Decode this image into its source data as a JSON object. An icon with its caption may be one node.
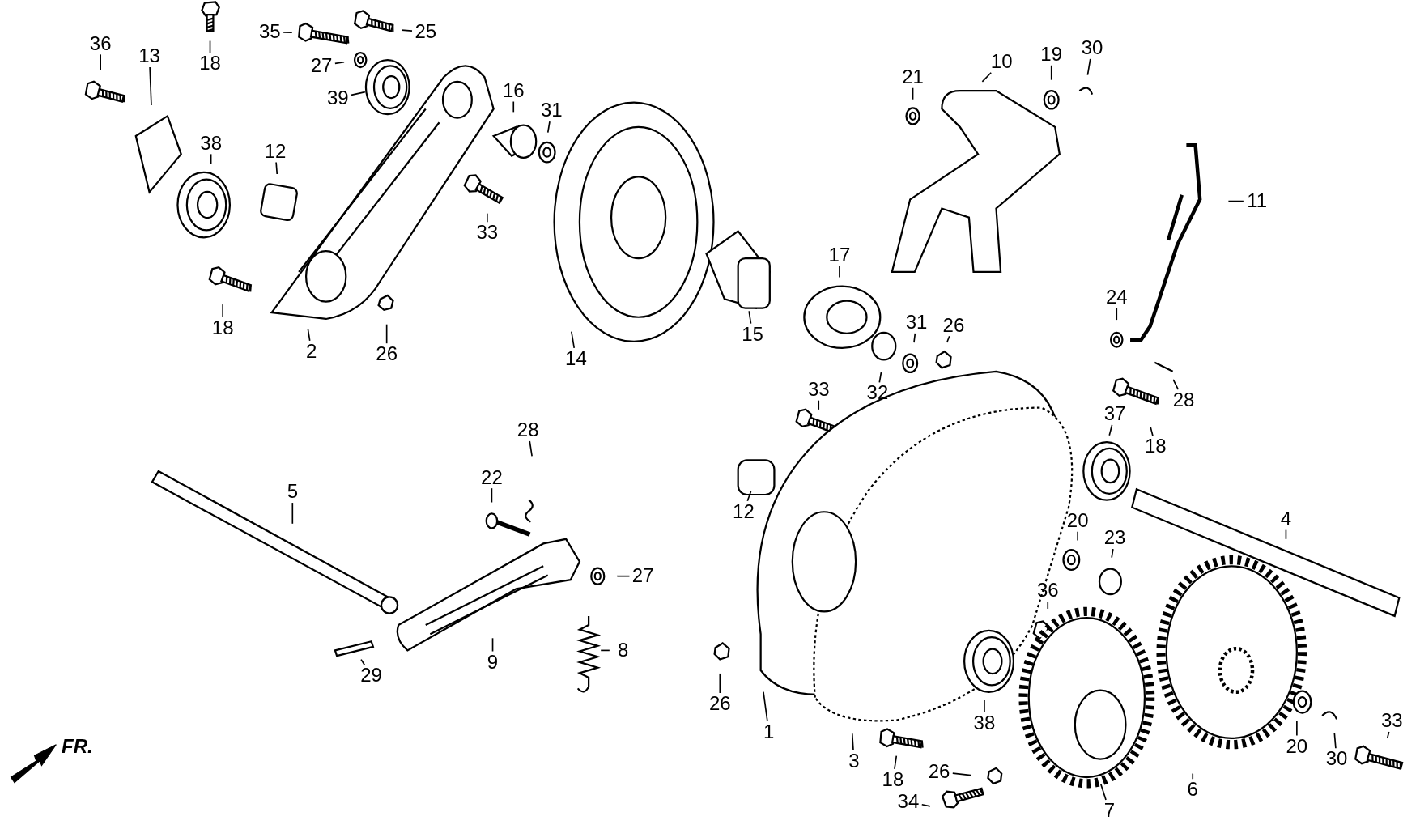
{
  "diagram": {
    "nodes": [
      {
        "text": [
          "36"
        ]
      },
      {
        "text": [
          "13"
        ]
      },
      {
        "text": [
          "18"
        ]
      },
      {
        "text": [
          "35"
        ]
      },
      {
        "text": [
          "25"
        ]
      },
      {
        "text": [
          "27"
        ]
      },
      {
        "text": [
          "39"
        ]
      },
      {
        "text": [
          "16"
        ]
      },
      {
        "text": [
          "31"
        ]
      },
      {
        "text": [
          "38"
        ]
      },
      {
        "text": [
          "12"
        ]
      },
      {
        "text": [
          "33"
        ]
      },
      {
        "text": [
          "18"
        ]
      },
      {
        "text": [
          "2"
        ]
      },
      {
        "text": [
          "26"
        ]
      },
      {
        "text": [
          "14"
        ]
      },
      {
        "text": [
          "21"
        ]
      },
      {
        "text": [
          "10"
        ]
      },
      {
        "text": [
          "19"
        ]
      },
      {
        "text": [
          "30"
        ]
      },
      {
        "text": [
          "11"
        ]
      },
      {
        "text": [
          "17"
        ]
      },
      {
        "text": [
          "15"
        ]
      },
      {
        "text": [
          "24"
        ]
      },
      {
        "text": [
          "31"
        ]
      },
      {
        "text": [
          "26"
        ]
      },
      {
        "text": [
          "32"
        ]
      },
      {
        "text": [
          "28"
        ]
      },
      {
        "text": [
          "33"
        ]
      },
      {
        "text": [
          "37"
        ]
      },
      {
        "text": [
          "18"
        ]
      },
      {
        "text": [
          "28"
        ]
      },
      {
        "text": [
          "22"
        ]
      },
      {
        "text": [
          "5"
        ]
      },
      {
        "text": [
          "12"
        ]
      },
      {
        "text": [
          "4"
        ]
      },
      {
        "text": [
          "20"
        ]
      },
      {
        "text": [
          "23"
        ]
      },
      {
        "text": [
          "27"
        ]
      },
      {
        "text": [
          "36"
        ]
      },
      {
        "text": [
          "8"
        ]
      },
      {
        "text": [
          "29"
        ]
      },
      {
        "text": [
          "9"
        ]
      },
      {
        "text": [
          "26"
        ]
      },
      {
        "text": [
          "1"
        ]
      },
      {
        "text": [
          "38"
        ]
      },
      {
        "text": [
          "3"
        ]
      },
      {
        "text": [
          "20"
        ]
      },
      {
        "text": [
          "30"
        ]
      },
      {
        "text": [
          "33"
        ]
      },
      {
        "text": [
          "18"
        ]
      },
      {
        "text": [
          "26"
        ]
      },
      {
        "text": [
          "34"
        ]
      },
      {
        "text": [
          "7"
        ]
      },
      {
        "text": [
          "6"
        ]
      }
    ],
    "edges": [
      {
        "from": 0,
        "to": null,
        "arrow": "none"
      },
      {
        "from": 1,
        "to": null,
        "arrow": "none"
      },
      {
        "from": 2,
        "to": null,
        "arrow": "none"
      },
      {
        "from": 3,
        "to": null,
        "arrow": "none"
      },
      {
        "from": 4,
        "to": null,
        "arrow": "none"
      },
      {
        "from": 5,
        "to": null,
        "arrow": "none"
      },
      {
        "from": 6,
        "to": null,
        "arrow": "none"
      },
      {
        "from": 7,
        "to": null,
        "arrow": "none"
      },
      {
        "from": 8,
        "to": null,
        "arrow": "none"
      },
      {
        "from": 9,
        "to": null,
        "arrow": "none"
      },
      {
        "from": 10,
        "to": null,
        "arrow": "none"
      },
      {
        "from": 11,
        "to": null,
        "arrow": "none"
      },
      {
        "from": 12,
        "to": null,
        "arrow": "none"
      },
      {
        "from": 13,
        "to": null,
        "arrow": "none"
      },
      {
        "from": 14,
        "to": null,
        "arrow": "none"
      },
      {
        "from": 15,
        "to": null,
        "arrow": "none"
      },
      {
        "from": 16,
        "to": null,
        "arrow": "none"
      },
      {
        "from": 17,
        "to": null,
        "arrow": "none"
      },
      {
        "from": 18,
        "to": null,
        "arrow": "none"
      },
      {
        "from": 19,
        "to": null,
        "arrow": "none"
      },
      {
        "from": 20,
        "to": null,
        "arrow": "none"
      },
      {
        "from": 21,
        "to": null,
        "arrow": "none"
      },
      {
        "from": 22,
        "to": null,
        "arrow": "none"
      },
      {
        "from": 23,
        "to": null,
        "arrow": "none"
      },
      {
        "from": 24,
        "to": null,
        "arrow": "none"
      },
      {
        "from": 25,
        "to": null,
        "arrow": "none"
      },
      {
        "from": 26,
        "to": null,
        "arrow": "none"
      },
      {
        "from": 27,
        "to": null,
        "arrow": "none"
      },
      {
        "from": 28,
        "to": null,
        "arrow": "none"
      },
      {
        "from": 29,
        "to": null,
        "arrow": "none"
      },
      {
        "from": 30,
        "to": null,
        "arrow": "none"
      },
      {
        "from": 31,
        "to": null,
        "arrow": "none"
      },
      {
        "from": 32,
        "to": null,
        "arrow": "none"
      },
      {
        "from": 33,
        "to": null,
        "arrow": "none"
      },
      {
        "from": 34,
        "to": null,
        "arrow": "none"
      },
      {
        "from": 35,
        "to": null,
        "arrow": "none"
      },
      {
        "from": 36,
        "to": null,
        "arrow": "none"
      },
      {
        "from": 37,
        "to": null,
        "arrow": "none"
      },
      {
        "from": 38,
        "to": null,
        "arrow": "none"
      },
      {
        "from": 39,
        "to": null,
        "arrow": "none"
      },
      {
        "from": 40,
        "to": null,
        "arrow": "none"
      },
      {
        "from": 41,
        "to": null,
        "arrow": "none"
      },
      {
        "from": 42,
        "to": null,
        "arrow": "none"
      },
      {
        "from": 43,
        "to": null,
        "arrow": "none"
      },
      {
        "from": 44,
        "to": null,
        "arrow": "none"
      },
      {
        "from": 45,
        "to": null,
        "arrow": "none"
      },
      {
        "from": 46,
        "to": null,
        "arrow": "none"
      },
      {
        "from": 47,
        "to": null,
        "arrow": "none"
      },
      {
        "from": 48,
        "to": null,
        "arrow": "none"
      },
      {
        "from": 49,
        "to": null,
        "arrow": "none"
      },
      {
        "from": 50,
        "to": null,
        "arrow": "none"
      },
      {
        "from": 51,
        "to": null,
        "arrow": "none"
      },
      {
        "from": 52,
        "to": null,
        "arrow": "none"
      },
      {
        "from": 53,
        "to": null,
        "arrow": "none"
      },
      {
        "from": 54,
        "to": null,
        "arrow": "none"
      }
    ],
    "labels": [
      "FR."
    ]
  }
}
